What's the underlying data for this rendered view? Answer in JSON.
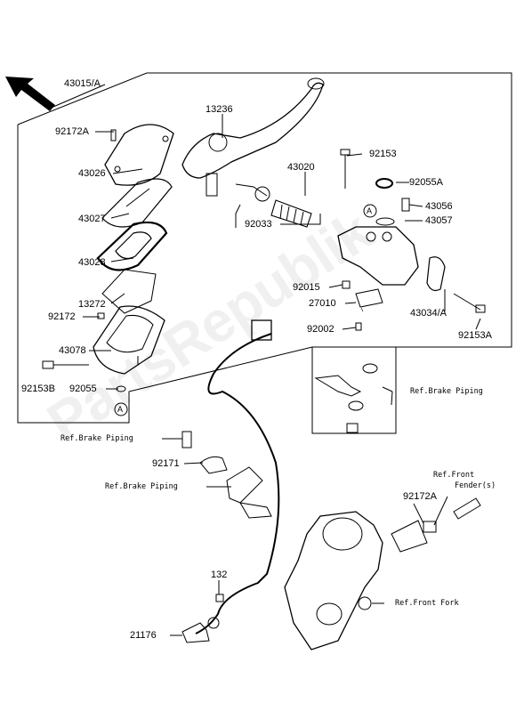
{
  "watermark": "PartsRepublik",
  "circle_marker": "A",
  "part_numbers": {
    "p43015A": "43015/A",
    "p92172A_top": "92172A",
    "p13236": "13236",
    "p43026": "43026",
    "p43020": "43020",
    "p92153": "92153",
    "p92055A": "92055A",
    "p43027": "43027",
    "p92033": "92033",
    "p43056": "43056",
    "p43057": "43057",
    "p43028": "43028",
    "p92015": "92015",
    "p13272": "13272",
    "p27010": "27010",
    "p92172": "92172",
    "p43034A": "43034/A",
    "p92002": "92002",
    "p92153A": "92153A",
    "p43078": "43078",
    "p92153B": "92153B",
    "p92055": "92055",
    "p92171": "92171",
    "p92172A_right": "92172A",
    "p132": "132",
    "p21176": "21176"
  },
  "references": {
    "brake_piping_right": "Ref.Brake Piping",
    "brake_piping_top": "Ref.Brake Piping",
    "brake_piping_mid": "Ref.Brake Piping",
    "front_fender_line1": "Ref.Front",
    "front_fender_line2": "Fender(s)",
    "front_fork": "Ref.Front Fork"
  }
}
